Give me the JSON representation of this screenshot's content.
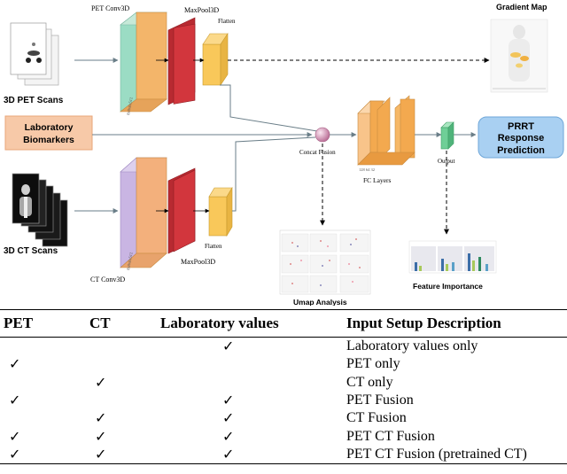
{
  "diagram": {
    "pet_scans_label": "3D PET Scans",
    "ct_scans_label": "3D CT Scans",
    "lab_biomarkers_label": "Laboratory\nBiomarkers",
    "pet_conv_label": "PET Conv3D",
    "pet_maxpool_label": "MaxPool3D",
    "pet_flatten_label": "Flatten",
    "pet_dims_small": "8x8x8x512",
    "ct_conv_label": "CT Conv3D",
    "ct_maxpool_label": "MaxPool3D",
    "ct_flatten_label": "Flatten",
    "ct_dims_small": "8x8x8x512",
    "concat_label": "Concat Fusion",
    "fc_label": "FC Layers",
    "fc_dims_small": "128   64   32",
    "output_label": "Output",
    "prrt_label": "PRRT\nResponse\nPrediction",
    "gradient_map_label": "Gradient Map",
    "umap_label": "Umap Analysis",
    "feature_importance_label": "Feature Importance",
    "colors": {
      "pet_conv_front": "#f3b56a",
      "pet_conv_side": "#9bdcc4",
      "ct_conv_side": "#c9b5e3",
      "maxpool": "#d2363d",
      "flatten": "#f9c85a",
      "fc": "#f3a94f",
      "concat_node": "#e8a6c6",
      "output_node": "#6fcf97",
      "lab_box": "#f7c9a8",
      "prrt_box": "#a9d0f2"
    }
  },
  "table": {
    "headers": [
      "PET",
      "CT",
      "Laboratory values",
      "Input Setup Description"
    ],
    "rows": [
      {
        "pet": "",
        "ct": "",
        "lab": "✓",
        "desc": "Laboratory values only"
      },
      {
        "pet": "✓",
        "ct": "",
        "lab": "",
        "desc": "PET only"
      },
      {
        "pet": "",
        "ct": "✓",
        "lab": "",
        "desc": "CT only"
      },
      {
        "pet": "✓",
        "ct": "",
        "lab": "✓",
        "desc": "PET Fusion"
      },
      {
        "pet": "",
        "ct": "✓",
        "lab": "✓",
        "desc": "CT Fusion"
      },
      {
        "pet": "✓",
        "ct": "✓",
        "lab": "✓",
        "desc": "PET CT Fusion"
      },
      {
        "pet": "✓",
        "ct": "✓",
        "lab": "✓",
        "desc": "PET CT Fusion (pretrained CT)"
      }
    ]
  }
}
